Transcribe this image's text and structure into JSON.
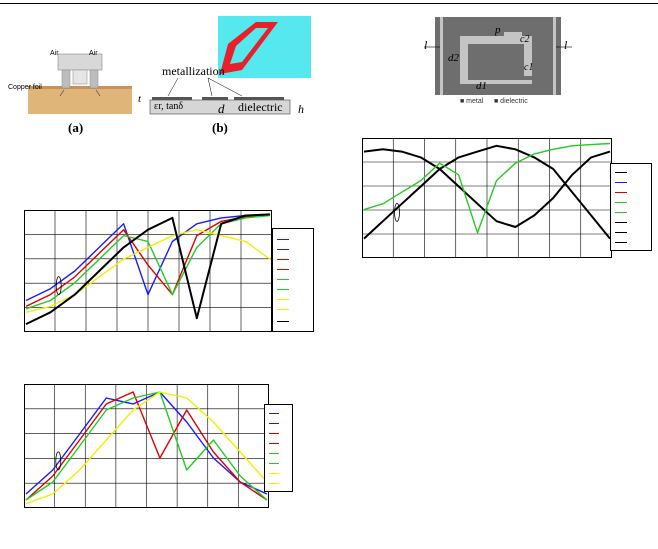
{
  "fig_a": {
    "caption": "(a)",
    "air_left": "Air",
    "air_right": "Air",
    "copper": "Copper foil"
  },
  "fig_b": {
    "caption": "(b)",
    "metallization": "metallization",
    "t": "t",
    "d": "d",
    "h": "h",
    "eps": "εr, tanδ",
    "dielectric": "dielectric"
  },
  "resonator": {
    "l_left": "l",
    "l_right": "l",
    "p": "p",
    "c2": "c2",
    "c1": "c1",
    "d2": "d2",
    "d1": "d1",
    "legend_metal": "■ metal",
    "legend_dielectric": "■ dielectric"
  },
  "colors": {
    "black": "#000000",
    "blue": "#1a1aff",
    "red": "#e00000",
    "green": "#22cc22",
    "yellow": "#f0f000",
    "cyan": "#55e8ee",
    "red_metal": "#e8202a",
    "gray_dark": "#6e6e6e",
    "gray_light": "#c4c4c4"
  },
  "chart_data": [
    {
      "type": "line",
      "panel": "top-right",
      "series": [
        {
          "color": "black",
          "values": [
            0.9,
            0.92,
            0.9,
            0.85,
            0.75,
            0.6,
            0.45,
            0.3,
            0.25,
            0.35,
            0.5,
            0.7,
            0.85,
            0.9
          ]
        },
        {
          "color": "black",
          "values": [
            0.15,
            0.3,
            0.45,
            0.6,
            0.75,
            0.85,
            0.9,
            0.95,
            0.92,
            0.85,
            0.75,
            0.55,
            0.35,
            0.15
          ]
        },
        {
          "color": "green",
          "values": [
            0.4,
            0.45,
            0.55,
            0.65,
            0.8,
            0.7,
            0.2,
            0.65,
            0.8,
            0.88,
            0.92,
            0.95,
            0.96,
            0.97
          ]
        }
      ]
    },
    {
      "type": "line",
      "panel": "middle-left",
      "series": [
        {
          "color": "blue",
          "values": [
            0.25,
            0.35,
            0.5,
            0.7,
            0.9,
            0.3,
            0.75,
            0.9,
            0.95,
            0.97,
            0.98
          ]
        },
        {
          "color": "red",
          "values": [
            0.2,
            0.3,
            0.45,
            0.65,
            0.85,
            0.55,
            0.3,
            0.8,
            0.92,
            0.96,
            0.98
          ]
        },
        {
          "color": "green",
          "values": [
            0.18,
            0.25,
            0.4,
            0.6,
            0.8,
            0.75,
            0.3,
            0.7,
            0.9,
            0.95,
            0.97
          ]
        },
        {
          "color": "yellow",
          "values": [
            0.15,
            0.2,
            0.3,
            0.45,
            0.6,
            0.7,
            0.8,
            0.85,
            0.8,
            0.75,
            0.6
          ]
        },
        {
          "color": "black",
          "values": [
            0.05,
            0.15,
            0.3,
            0.5,
            0.7,
            0.85,
            0.95,
            0.1,
            0.9,
            0.97,
            0.98
          ]
        }
      ]
    },
    {
      "type": "line",
      "panel": "bottom-left",
      "series": [
        {
          "color": "blue",
          "values": [
            0.1,
            0.3,
            0.6,
            0.9,
            0.85,
            0.95,
            0.7,
            0.4,
            0.2,
            0.1
          ]
        },
        {
          "color": "red",
          "values": [
            0.05,
            0.25,
            0.55,
            0.85,
            0.95,
            0.4,
            0.8,
            0.45,
            0.2,
            0.05
          ]
        },
        {
          "color": "green",
          "values": [
            0.05,
            0.2,
            0.5,
            0.8,
            0.9,
            0.95,
            0.3,
            0.55,
            0.25,
            0.05
          ]
        },
        {
          "color": "yellow",
          "values": [
            0.02,
            0.1,
            0.3,
            0.55,
            0.8,
            0.95,
            0.9,
            0.7,
            0.45,
            0.2
          ]
        }
      ]
    }
  ]
}
